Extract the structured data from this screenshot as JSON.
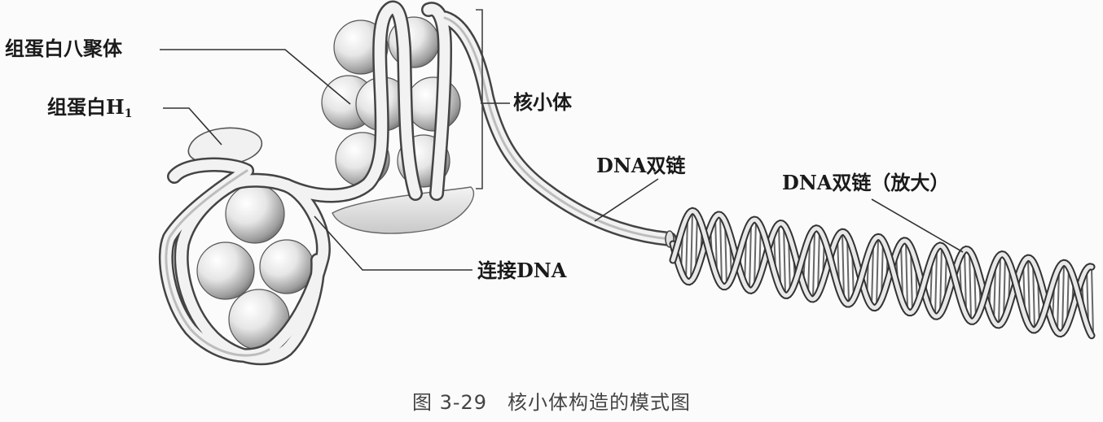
{
  "labels": {
    "octamer": "组蛋白八聚体",
    "h1_main": "组蛋白H",
    "h1_sub": "1",
    "nucleosome": "核小体",
    "dna_double_strand": "DNA双链",
    "dna_double_strand_enlarged": "DNA双链（放大）",
    "linker_dna": "连接DNA"
  },
  "caption": "图 3-29　核小体构造的模式图"
}
